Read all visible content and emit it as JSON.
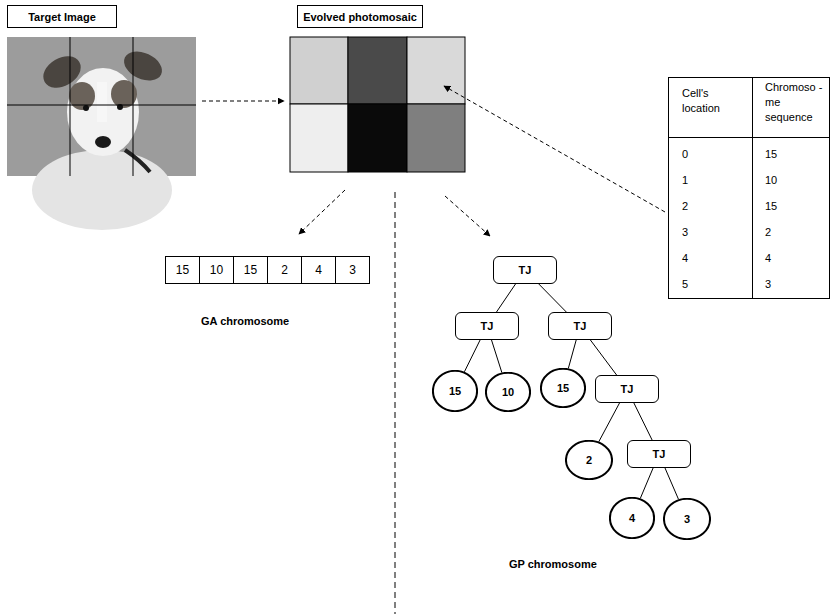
{
  "diagram": {
    "nodes": [
      {
        "text": [
          "Target Image"
        ]
      },
      {
        "text": [
          "Evolved photomosaic"
        ]
      },
      {
        "text": [
          "15"
        ]
      },
      {
        "text": [
          "10"
        ]
      },
      {
        "text": [
          "15"
        ]
      },
      {
        "text": [
          "2"
        ]
      },
      {
        "text": [
          "4"
        ]
      },
      {
        "text": [
          "3"
        ]
      },
      {
        "text": [
          "TJ"
        ]
      },
      {
        "text": [
          "TJ"
        ]
      },
      {
        "text": [
          "TJ"
        ]
      },
      {
        "text": [
          "15"
        ]
      },
      {
        "text": [
          "10"
        ]
      },
      {
        "text": [
          "15"
        ]
      },
      {
        "text": [
          "TJ"
        ]
      },
      {
        "text": [
          "2"
        ]
      },
      {
        "text": [
          "TJ"
        ]
      },
      {
        "text": [
          "4"
        ]
      },
      {
        "text": [
          "3"
        ]
      }
    ],
    "edges": [
      {
        "from": 8,
        "to": 9,
        "arrow": "none"
      },
      {
        "from": 8,
        "to": 10,
        "arrow": "none"
      },
      {
        "from": 9,
        "to": 11,
        "arrow": "none"
      },
      {
        "from": 9,
        "to": 12,
        "arrow": "none"
      },
      {
        "from": 10,
        "to": 13,
        "arrow": "none"
      },
      {
        "from": 10,
        "to": 14,
        "arrow": "none"
      },
      {
        "from": 14,
        "to": 15,
        "arrow": "none"
      },
      {
        "from": 14,
        "to": 16,
        "arrow": "none"
      },
      {
        "from": 16,
        "to": 17,
        "arrow": "none"
      },
      {
        "from": 16,
        "to": 18,
        "arrow": "none"
      }
    ],
    "labels": [
      "Cell's location",
      "Chromoso -me sequence",
      "0",
      "15",
      "1",
      "10",
      "2",
      "15",
      "3",
      "2",
      "4",
      "4",
      "5",
      "3",
      "GA chromosome",
      "GP chromosome"
    ]
  }
}
